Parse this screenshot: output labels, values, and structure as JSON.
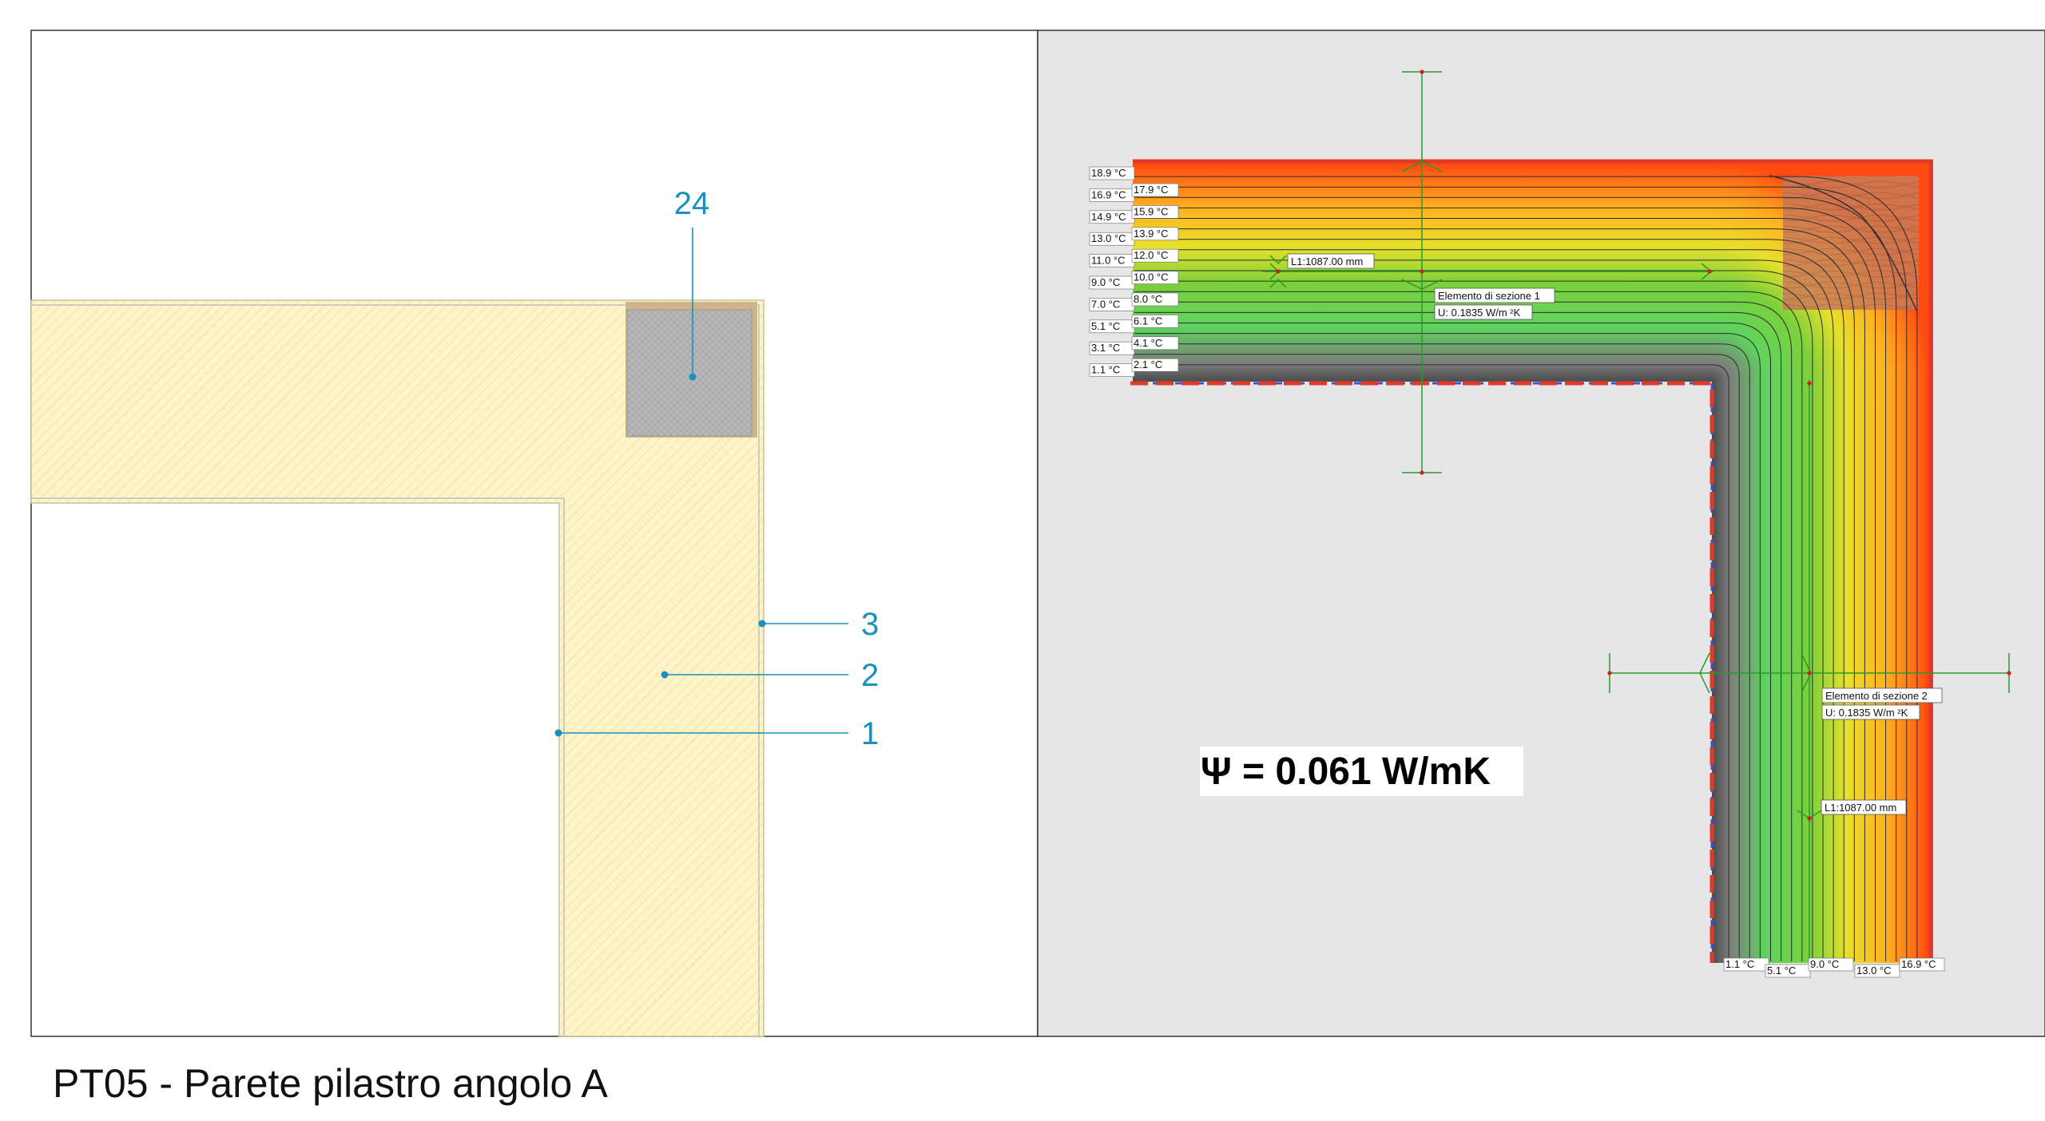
{
  "caption": "PT05 - Parete pilastro angolo A",
  "colors": {
    "callout": "#1a8fc0",
    "plaster": "#fdf5c7",
    "hatch": "#e5d98a",
    "pillar": "#b5b5b5",
    "panel_bg": "#e6e6e6",
    "boundary_exterior": "#e03a2a",
    "boundary_interior": "#3355dd",
    "axis": "#2a9a2a"
  },
  "callouts": [
    {
      "id": "24",
      "label": "24"
    },
    {
      "id": "3",
      "label": "3"
    },
    {
      "id": "2",
      "label": "2"
    },
    {
      "id": "1",
      "label": "1"
    }
  ],
  "analysis": {
    "psi_label": "Ψ = 0.061 W/mK",
    "section1_name": "Elemento di sezione 1",
    "section1_u": "U: 0.1835 W/m ²K",
    "section1_length": "L1:1087.00 mm",
    "section2_name": "Elemento di sezione 2",
    "section2_u": "U: 0.1835 W/m ²K",
    "section2_length": "L1:1087.00 mm",
    "isotherms_left_a": [
      "18.9 °C",
      "16.9 °C",
      "14.9 °C",
      "13.0 °C",
      "11.0 °C",
      "9.0 °C",
      "7.0 °C",
      "5.1 °C",
      "3.1 °C",
      "1.1 °C"
    ],
    "isotherms_left_b": [
      "17.9  °C",
      "15.9  °C",
      "13.9  °C",
      "12.0  °C",
      "10.0  °C",
      "8.0  °C",
      "6.1  °C",
      "4.1  °C",
      "2.1  °C"
    ],
    "isotherms_bottom": [
      "1.1  °C",
      "5.1  °C",
      "9.0  °C",
      "13.0  °C",
      "16.9  °C"
    ]
  }
}
